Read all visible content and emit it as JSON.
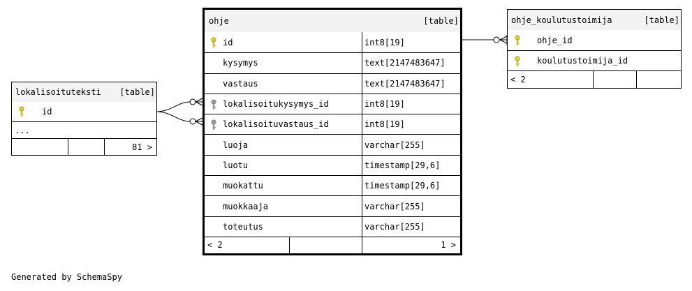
{
  "tables": {
    "ohje": {
      "name": "ohje",
      "tag": "[table]",
      "columns": [
        {
          "name": "id",
          "type": "int8[19]",
          "key": "primary"
        },
        {
          "name": "kysymys",
          "type": "text[2147483647]",
          "key": "none"
        },
        {
          "name": "vastaus",
          "type": "text[2147483647]",
          "key": "none"
        },
        {
          "name": "lokalisoitukysymys_id",
          "type": "int8[19]",
          "key": "foreign"
        },
        {
          "name": "lokalisoituvastaus_id",
          "type": "int8[19]",
          "key": "foreign"
        },
        {
          "name": "luoja",
          "type": "varchar[255]",
          "key": "none"
        },
        {
          "name": "luotu",
          "type": "timestamp[29,6]",
          "key": "none"
        },
        {
          "name": "muokattu",
          "type": "timestamp[29,6]",
          "key": "none"
        },
        {
          "name": "muokkaaja",
          "type": "varchar[255]",
          "key": "none"
        },
        {
          "name": "toteutus",
          "type": "varchar[255]",
          "key": "none"
        }
      ],
      "footer_left": "< 2",
      "footer_right": "1 >"
    },
    "ohje_koulutustoimija": {
      "name": "ohje_koulutustoimija",
      "tag": "[table]",
      "columns": [
        {
          "name": "ohje_id",
          "key": "primary"
        },
        {
          "name": "koulutustoimija_id",
          "key": "primary"
        }
      ],
      "footer_left": "< 2"
    },
    "lokalisoituteksti": {
      "name": "lokalisoituteksti",
      "tag": "[table]",
      "columns": [
        {
          "name": "id",
          "key": "primary"
        }
      ],
      "ellipsis": "...",
      "footer_right": "81 >"
    }
  },
  "colors": {
    "primary_key": "#e6d700",
    "foreign_key": "#9a9a9a",
    "header_bg": "#f3f3f3"
  },
  "generated_by": "Generated by SchemaSpy"
}
